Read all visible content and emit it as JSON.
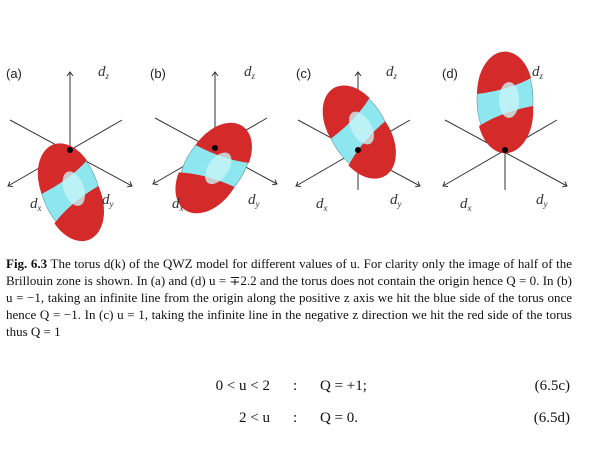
{
  "figure": {
    "panels": [
      {
        "label": "(a)",
        "dz": "d",
        "dz_sub": "z",
        "dx": "d",
        "dx_sub": "x",
        "dy": "d",
        "dy_sub": "y"
      },
      {
        "label": "(b)",
        "dz": "d",
        "dz_sub": "z",
        "dx": "d",
        "dx_sub": "x",
        "dy": "d",
        "dy_sub": "y"
      },
      {
        "label": "(c)",
        "dz": "d",
        "dz_sub": "z",
        "dx": "d",
        "dx_sub": "x",
        "dy": "d",
        "dy_sub": "y"
      },
      {
        "label": "(d)",
        "dz": "d",
        "dz_sub": "z",
        "dx": "d",
        "dx_sub": "x",
        "dy": "d",
        "dy_sub": "y"
      }
    ],
    "colors": {
      "red": "#d42a2a",
      "blue": "#8ee6ee",
      "axis": "#333333"
    }
  },
  "caption": {
    "fig_label": "Fig. 6.3",
    "text": "The torus d(k) of the QWZ model for different values of u. For clarity only the image of half of the Brillouin zone is shown. In (a) and (d) u = ∓2.2 and the torus does not contain the origin hence Q = 0. In (b) u = −1, taking an infinite line from the origin along the positive z axis we hit the blue side of the torus once hence Q = −1. In (c) u = 1, taking the infinite line in the negative z direction we hit the red side of the torus thus Q = 1"
  },
  "equations": [
    {
      "lhs": "0 < u < 2",
      "sep": ":",
      "rhs": "Q = +1;",
      "number": "(6.5c)"
    },
    {
      "lhs": "2 < u",
      "sep": ":",
      "rhs": "Q = 0.",
      "number": "(6.5d)"
    }
  ]
}
